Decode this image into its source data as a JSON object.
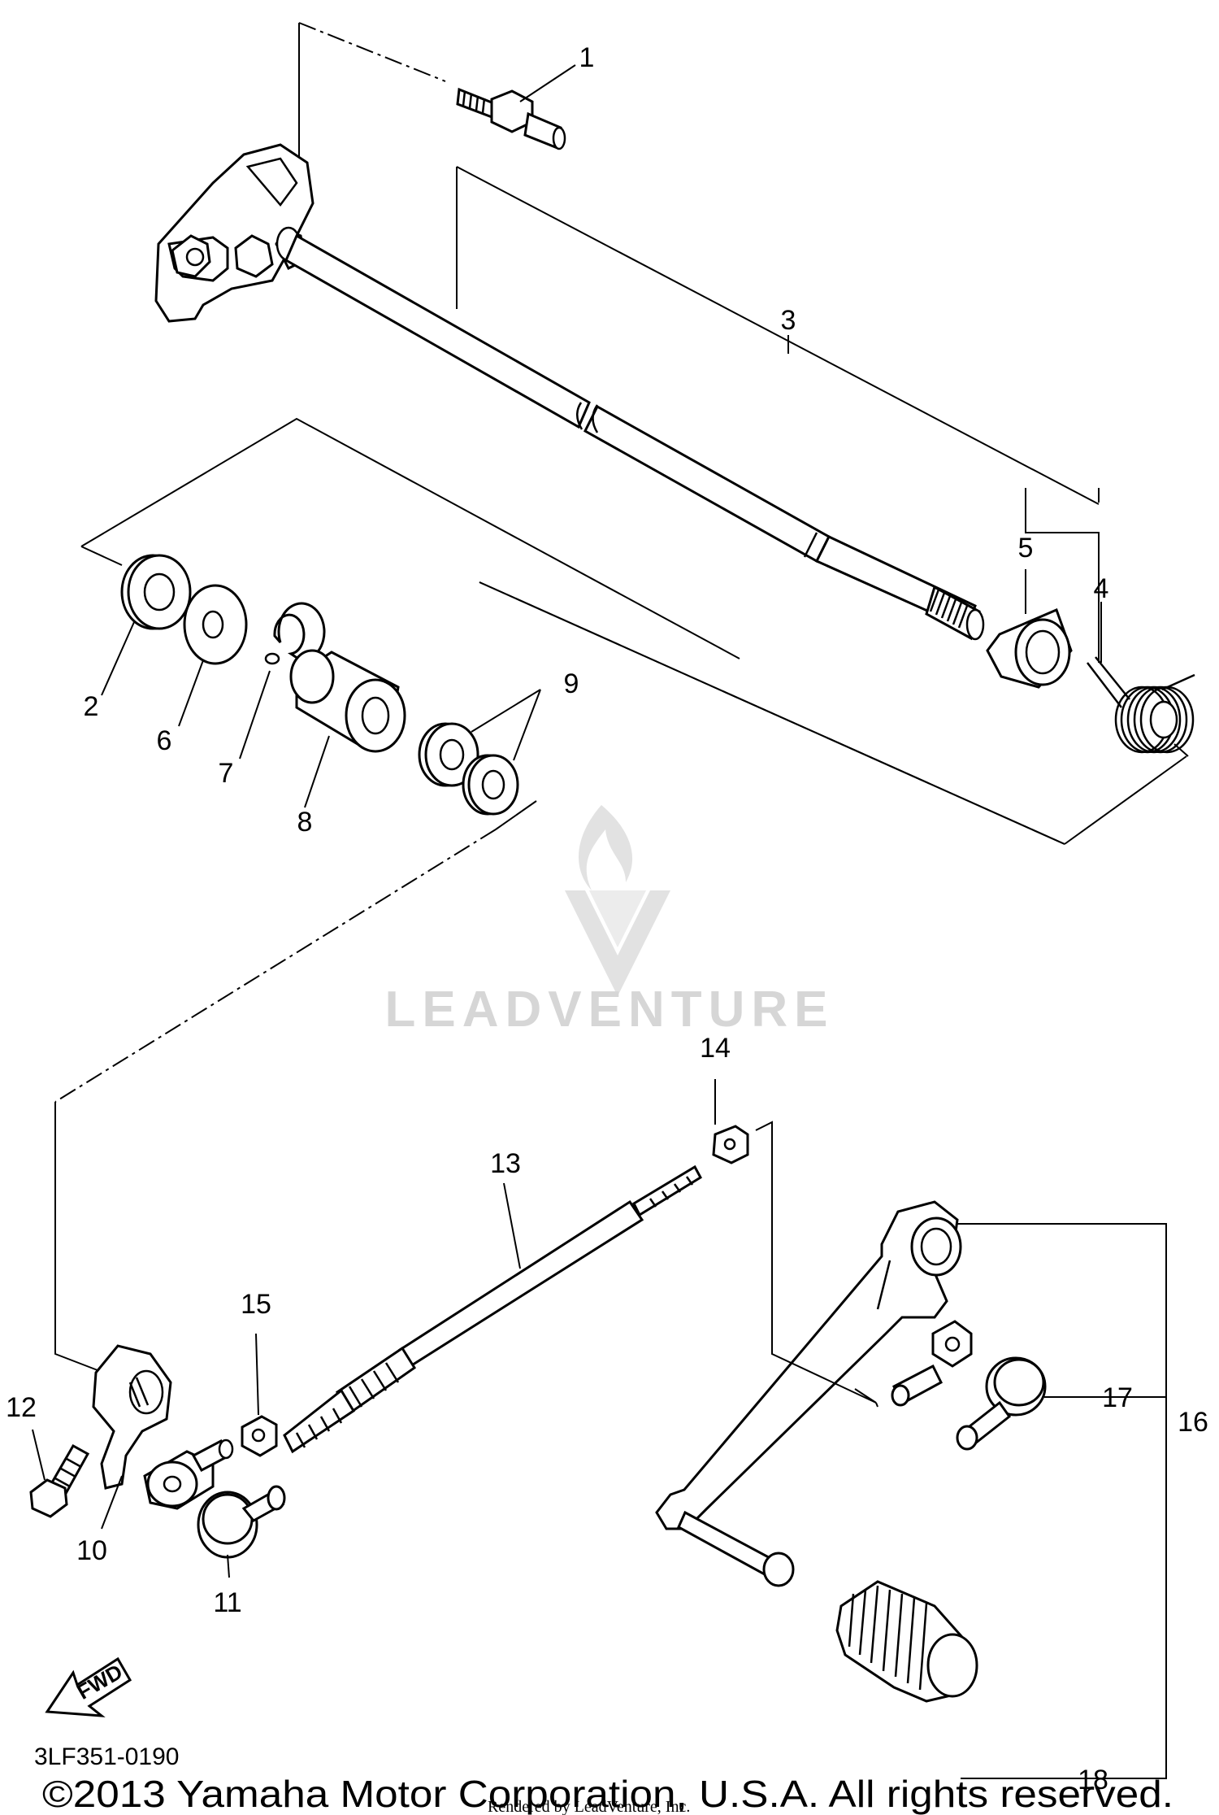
{
  "diagram": {
    "callouts": [
      "1",
      "2",
      "3",
      "4",
      "5",
      "6",
      "7",
      "8",
      "9",
      "10",
      "11",
      "12",
      "13",
      "14",
      "15",
      "16",
      "17",
      "18"
    ],
    "watermark": {
      "text": "LEADVENTURE",
      "logo": "leadventure-flame-logo"
    },
    "fwd_arrow_label": "FWD",
    "diagram_code": "3LF351-0190",
    "copyright": "©2013 Yamaha Motor Corporation, U.S.A. All rights reserved.",
    "rendered_by": "Rendered by LeadVenture, Inc."
  }
}
